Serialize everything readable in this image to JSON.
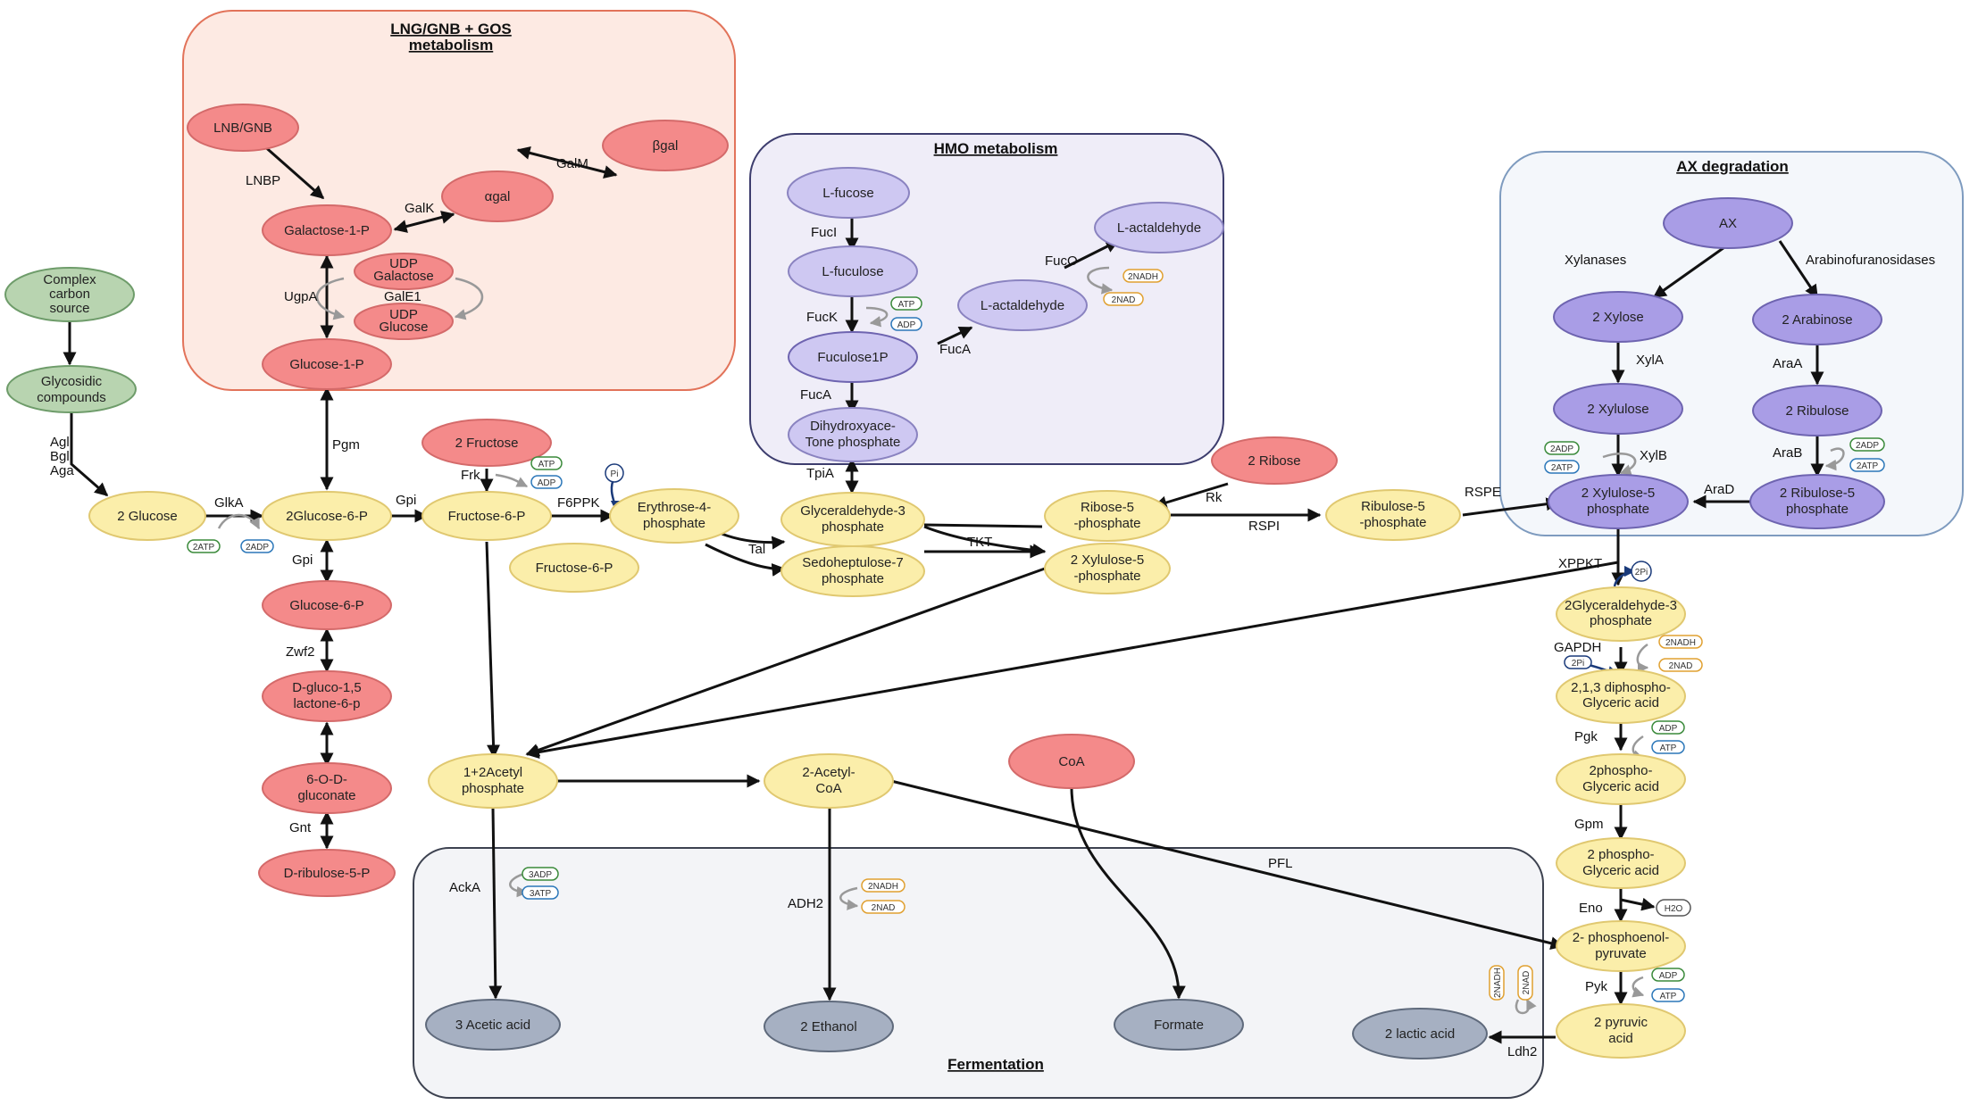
{
  "colors": {
    "red": "#f48a8a",
    "red_stroke": "#d46a6a",
    "yellow": "#fbeeaa",
    "yellow_stroke": "#e0c870",
    "purple": "#a99de6",
    "purple_stroke": "#6e64b0",
    "lilac": "#cec8f2",
    "lilac_stroke": "#8a83c0",
    "green": "#b8d4b0",
    "green_stroke": "#6e9c6a",
    "gray": "#a6b0c2",
    "gray_stroke": "#5f6a7c"
  },
  "boxes": {
    "lng": [
      "LNG/GNB + GOS",
      "metabolism"
    ],
    "hmo": [
      "HMO metabolism"
    ],
    "ax": [
      "AX degradation"
    ],
    "fermentation": [
      "Fermentation"
    ]
  },
  "nodes": {
    "complex_carbon": [
      "Complex",
      "carbon",
      "source"
    ],
    "glycosidic": [
      "Glycosidic",
      "compounds"
    ],
    "lnb_gnb": [
      "LNB/GNB"
    ],
    "bgal": [
      "βgal"
    ],
    "agal": [
      "αgal"
    ],
    "gal1p": [
      "Galactose-1-P"
    ],
    "udp_gal": [
      "UDP",
      "Galactose"
    ],
    "udp_glc": [
      "UDP",
      "Glucose"
    ],
    "glc1p": [
      "Glucose-1-P"
    ],
    "glucose2": [
      "2 Glucose"
    ],
    "glc6p_2": [
      "2Glucose-6-P"
    ],
    "glc6p": [
      "Glucose-6-P"
    ],
    "gluconolactone": [
      "D-gluco-1,5",
      "lactone-6-p"
    ],
    "phosphogluconate": [
      "6-O-D-",
      "gluconate"
    ],
    "ribulose5p_d": [
      "D-ribulose-5-P"
    ],
    "fructose2": [
      "2 Fructose"
    ],
    "fru6p": [
      "Fructose-6-P"
    ],
    "fru6p_b": [
      "Fructose-6-P"
    ],
    "ery4p": [
      "Erythrose-4-",
      "phosphate"
    ],
    "lfucose": [
      "L-fucose"
    ],
    "lfuculose": [
      "L-fuculose"
    ],
    "fuculose1p": [
      "Fuculose1P"
    ],
    "dhap": [
      "Dihydroxyace-",
      "Tone phosphate"
    ],
    "lactaldehyde_a": [
      "L-actaldehyde"
    ],
    "lactaldehyde_b": [
      "L-actaldehyde"
    ],
    "g3p": [
      "Glyceraldehyde-3",
      "phosphate"
    ],
    "s7p": [
      "Sedoheptulose-7",
      "phosphate"
    ],
    "ribose2": [
      "2 Ribose"
    ],
    "r5p": [
      "Ribose-5",
      "-phosphate"
    ],
    "xu5p_2": [
      "2 Xylulose-5",
      "-phosphate"
    ],
    "ru5p": [
      "Ribulose-5",
      "-phosphate"
    ],
    "ax": [
      "AX"
    ],
    "xylose2": [
      "2 Xylose"
    ],
    "arabinose2": [
      "2 Arabinose"
    ],
    "xylulose2": [
      "2 Xylulose"
    ],
    "ribulose2": [
      "2 Ribulose"
    ],
    "xu5p_ax": [
      "2 Xylulose-5",
      "phosphate"
    ],
    "ru5p_ax": [
      "2 Ribulose-5",
      "phosphate"
    ],
    "acetylp": [
      "1+2Acetyl",
      "phosphate"
    ],
    "acetylcoa": [
      "2-Acetyl-",
      "CoA"
    ],
    "coa": [
      "CoA"
    ],
    "g3p_2": [
      "2Glyceraldehyde-3",
      "phosphate"
    ],
    "bpg": [
      "2,1,3 diphospho-",
      "Glyceric acid"
    ],
    "pg3": [
      "2phospho-",
      "Glyceric acid"
    ],
    "pg2": [
      "2 phospho-",
      "Glyceric acid"
    ],
    "pep": [
      "2- phosphoenol-",
      "pyruvate"
    ],
    "pyruvate": [
      "2 pyruvic",
      "acid"
    ],
    "acetic": [
      "3 Acetic acid"
    ],
    "ethanol": [
      "2 Ethanol"
    ],
    "formate": [
      "Formate"
    ],
    "lactic": [
      "2 lactic acid"
    ]
  },
  "enzymes": {
    "lnbp": "LNBP",
    "galk": "GalK",
    "galm": "GalM",
    "ugpa": "UgpA",
    "gale1": "GalE1",
    "agl": [
      "Agl",
      "Bgl",
      "Aga"
    ],
    "glka": "GlkA",
    "pgm": "Pgm",
    "gpi1": "Gpi",
    "gpi2": "Gpi",
    "zwf2": "Zwf2",
    "gnt": "Gnt",
    "frk": "Frk",
    "f6ppk": "F6PPK",
    "fucl": "FucI",
    "fuck": "FucK",
    "fuca1": "FucA",
    "fuca2": "FucA",
    "fuco": "FucO",
    "tpia": "TpiA",
    "tal": "Tal",
    "tkt": "TKT",
    "rk": "Rk",
    "rspi": "RSPI",
    "rspe": "RSPE",
    "xylanases": "Xylanases",
    "arabinofuranosidases": "Arabinofuranosidases",
    "xyla": "XylA",
    "araa": "AraA",
    "xylb": "XylB",
    "arab": "AraB",
    "arad": "AraD",
    "xppkt": "XPPKT",
    "gapdh": "GAPDH",
    "pgk": "Pgk",
    "gpm": "Gpm",
    "eno": "Eno",
    "pyk": "Pyk",
    "ldh2": "Ldh2",
    "acka": "AckA",
    "adh2": "ADH2",
    "pfl": "PFL"
  },
  "cofactors": {
    "glka_in": "2ATP",
    "glka_out": "2ADP",
    "frk_in": "ATP",
    "frk_out": "ADP",
    "f6ppk_pi": "Pi",
    "fuck_in": "ATP",
    "fuck_out": "ADP",
    "fuco_in": "2NADH",
    "fuco_out": "2NAD",
    "xylb_in": "2ADP",
    "xylb_out": "2ATP",
    "arab_in": "2ADP",
    "arab_out": "2ATP",
    "xppkt_pi": "2Pi",
    "gapdh_in": "2NADH",
    "gapdh_out": "2NAD",
    "gapdh_pi": "2Pi",
    "pgk_in": "ADP",
    "pgk_out": "ATP",
    "eno_out": "H2O",
    "pyk_in": "ADP",
    "pyk_out": "ATP",
    "ldh_in": "2NADH",
    "ldh_out": "2NAD",
    "acka_in": "3ADP",
    "acka_out": "3ATP",
    "adh_in": "2NADH",
    "adh_out": "2NAD"
  }
}
